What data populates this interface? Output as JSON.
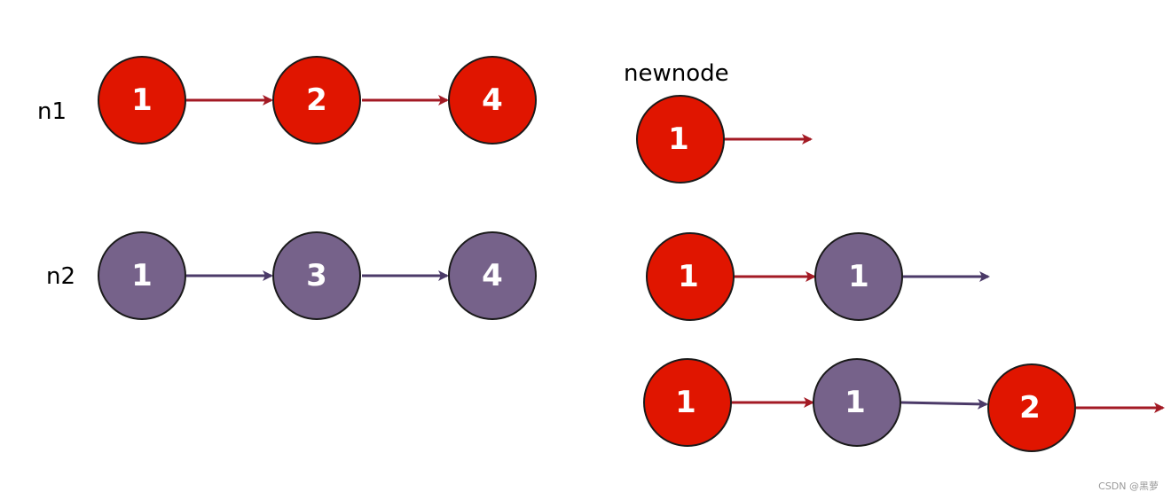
{
  "labels": {
    "n1": "n1",
    "n2": "n2",
    "newnode": "newnode"
  },
  "colors": {
    "red_node": "#e01500",
    "purple_node": "#76628a",
    "red_arrow": "#a31a24",
    "purple_arrow": "#4b3a68",
    "outline": "#1a1a1a"
  },
  "lists": {
    "n1": [
      "1",
      "2",
      "4"
    ],
    "n2": [
      "1",
      "3",
      "4"
    ],
    "step1": [
      "1"
    ],
    "step2": [
      "1",
      "1"
    ],
    "step3": [
      "1",
      "1",
      "2"
    ]
  },
  "watermark": "CSDN @黑萝"
}
